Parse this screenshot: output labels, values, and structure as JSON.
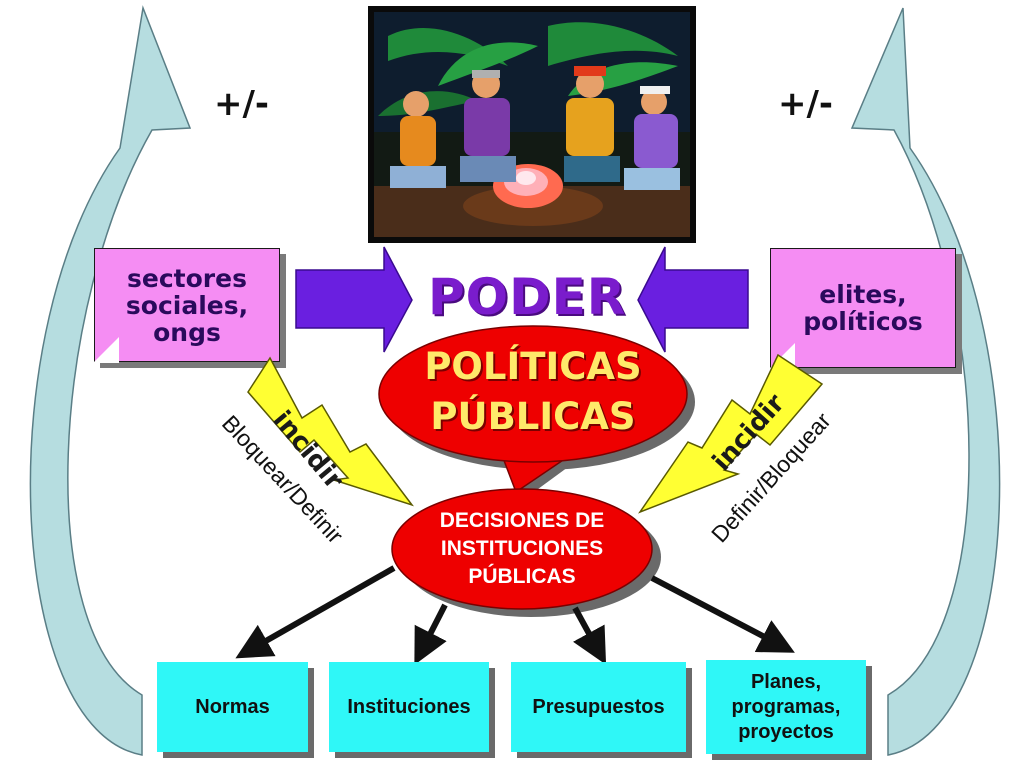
{
  "colors": {
    "cycle_arrow": "#b6dde0",
    "note": "#f58df3",
    "box": "#2ff7f7",
    "block_arrow": "#6a1fe0",
    "ellipse": "#ee0000",
    "poder_text": "#7a1ccc",
    "politicas_text": "#ffe96a",
    "bolt": "#ffff33"
  },
  "left_sign": "+/-",
  "right_sign": "+/-",
  "left_note": {
    "lines": [
      "sectores",
      "sociales,",
      "ongs"
    ]
  },
  "right_note": {
    "lines": [
      "elites,",
      "políticos"
    ]
  },
  "center_title": "PODER",
  "policy_ellipse": {
    "lines": [
      "POLÍTICAS",
      "PÚBLICAS"
    ]
  },
  "decisions_ellipse": {
    "lines": [
      "DECISIONES DE",
      "INSTITUCIONES",
      "PÚBLICAS"
    ]
  },
  "left_bolt_label": "incidir",
  "right_bolt_label": "incidir",
  "left_caption": "Bloquear/Definir",
  "right_caption": "Definir/Bloquear",
  "outputs": [
    {
      "lines": [
        "Normas"
      ]
    },
    {
      "lines": [
        "Instituciones"
      ]
    },
    {
      "lines": [
        "Presupuestos"
      ]
    },
    {
      "lines": [
        "Planes,",
        "programas,",
        "proyectos"
      ]
    }
  ],
  "illustration": "people-around-campfire"
}
